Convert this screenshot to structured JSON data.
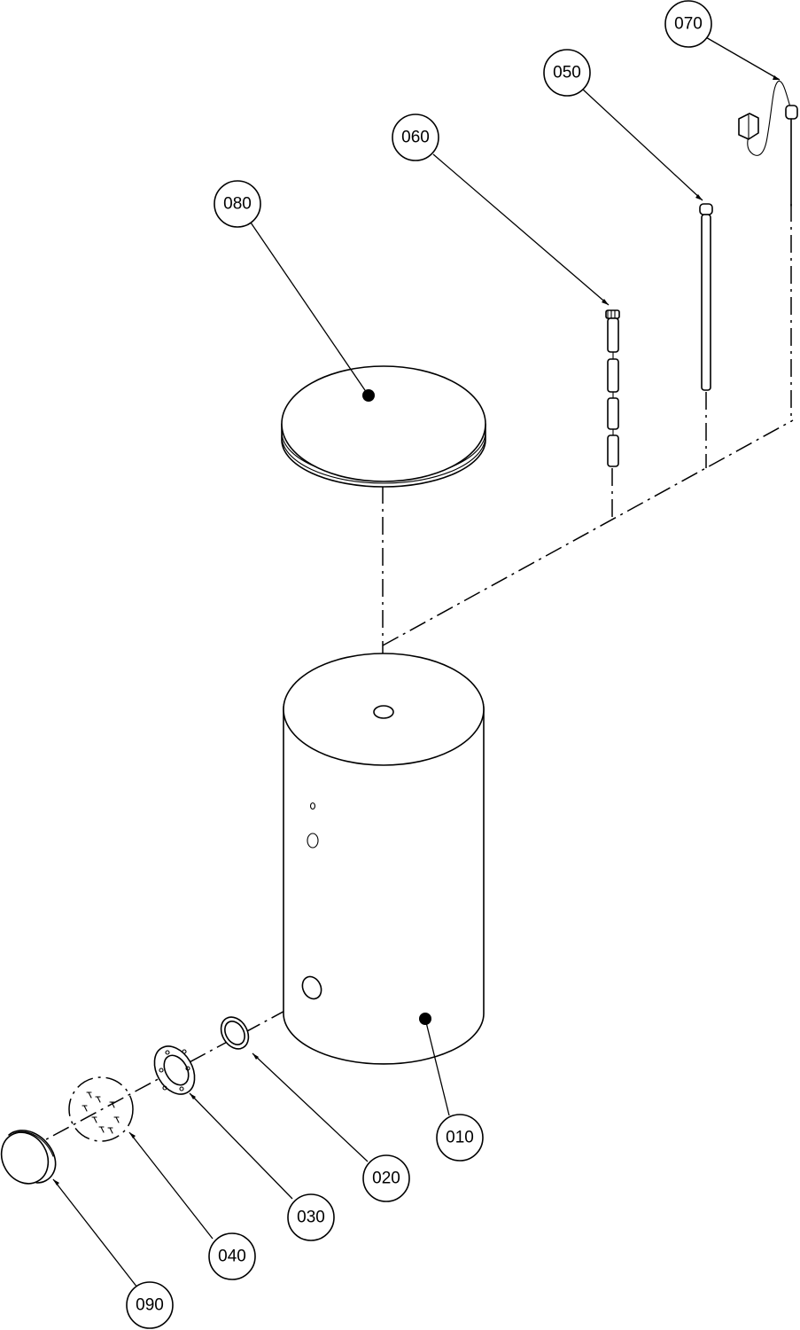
{
  "balloons": [
    {
      "id": "010",
      "label": "010"
    },
    {
      "id": "020",
      "label": "020"
    },
    {
      "id": "030",
      "label": "030"
    },
    {
      "id": "040",
      "label": "040"
    },
    {
      "id": "050",
      "label": "050"
    },
    {
      "id": "060",
      "label": "060"
    },
    {
      "id": "070",
      "label": "070"
    },
    {
      "id": "080",
      "label": "080"
    },
    {
      "id": "090",
      "label": "090"
    }
  ]
}
